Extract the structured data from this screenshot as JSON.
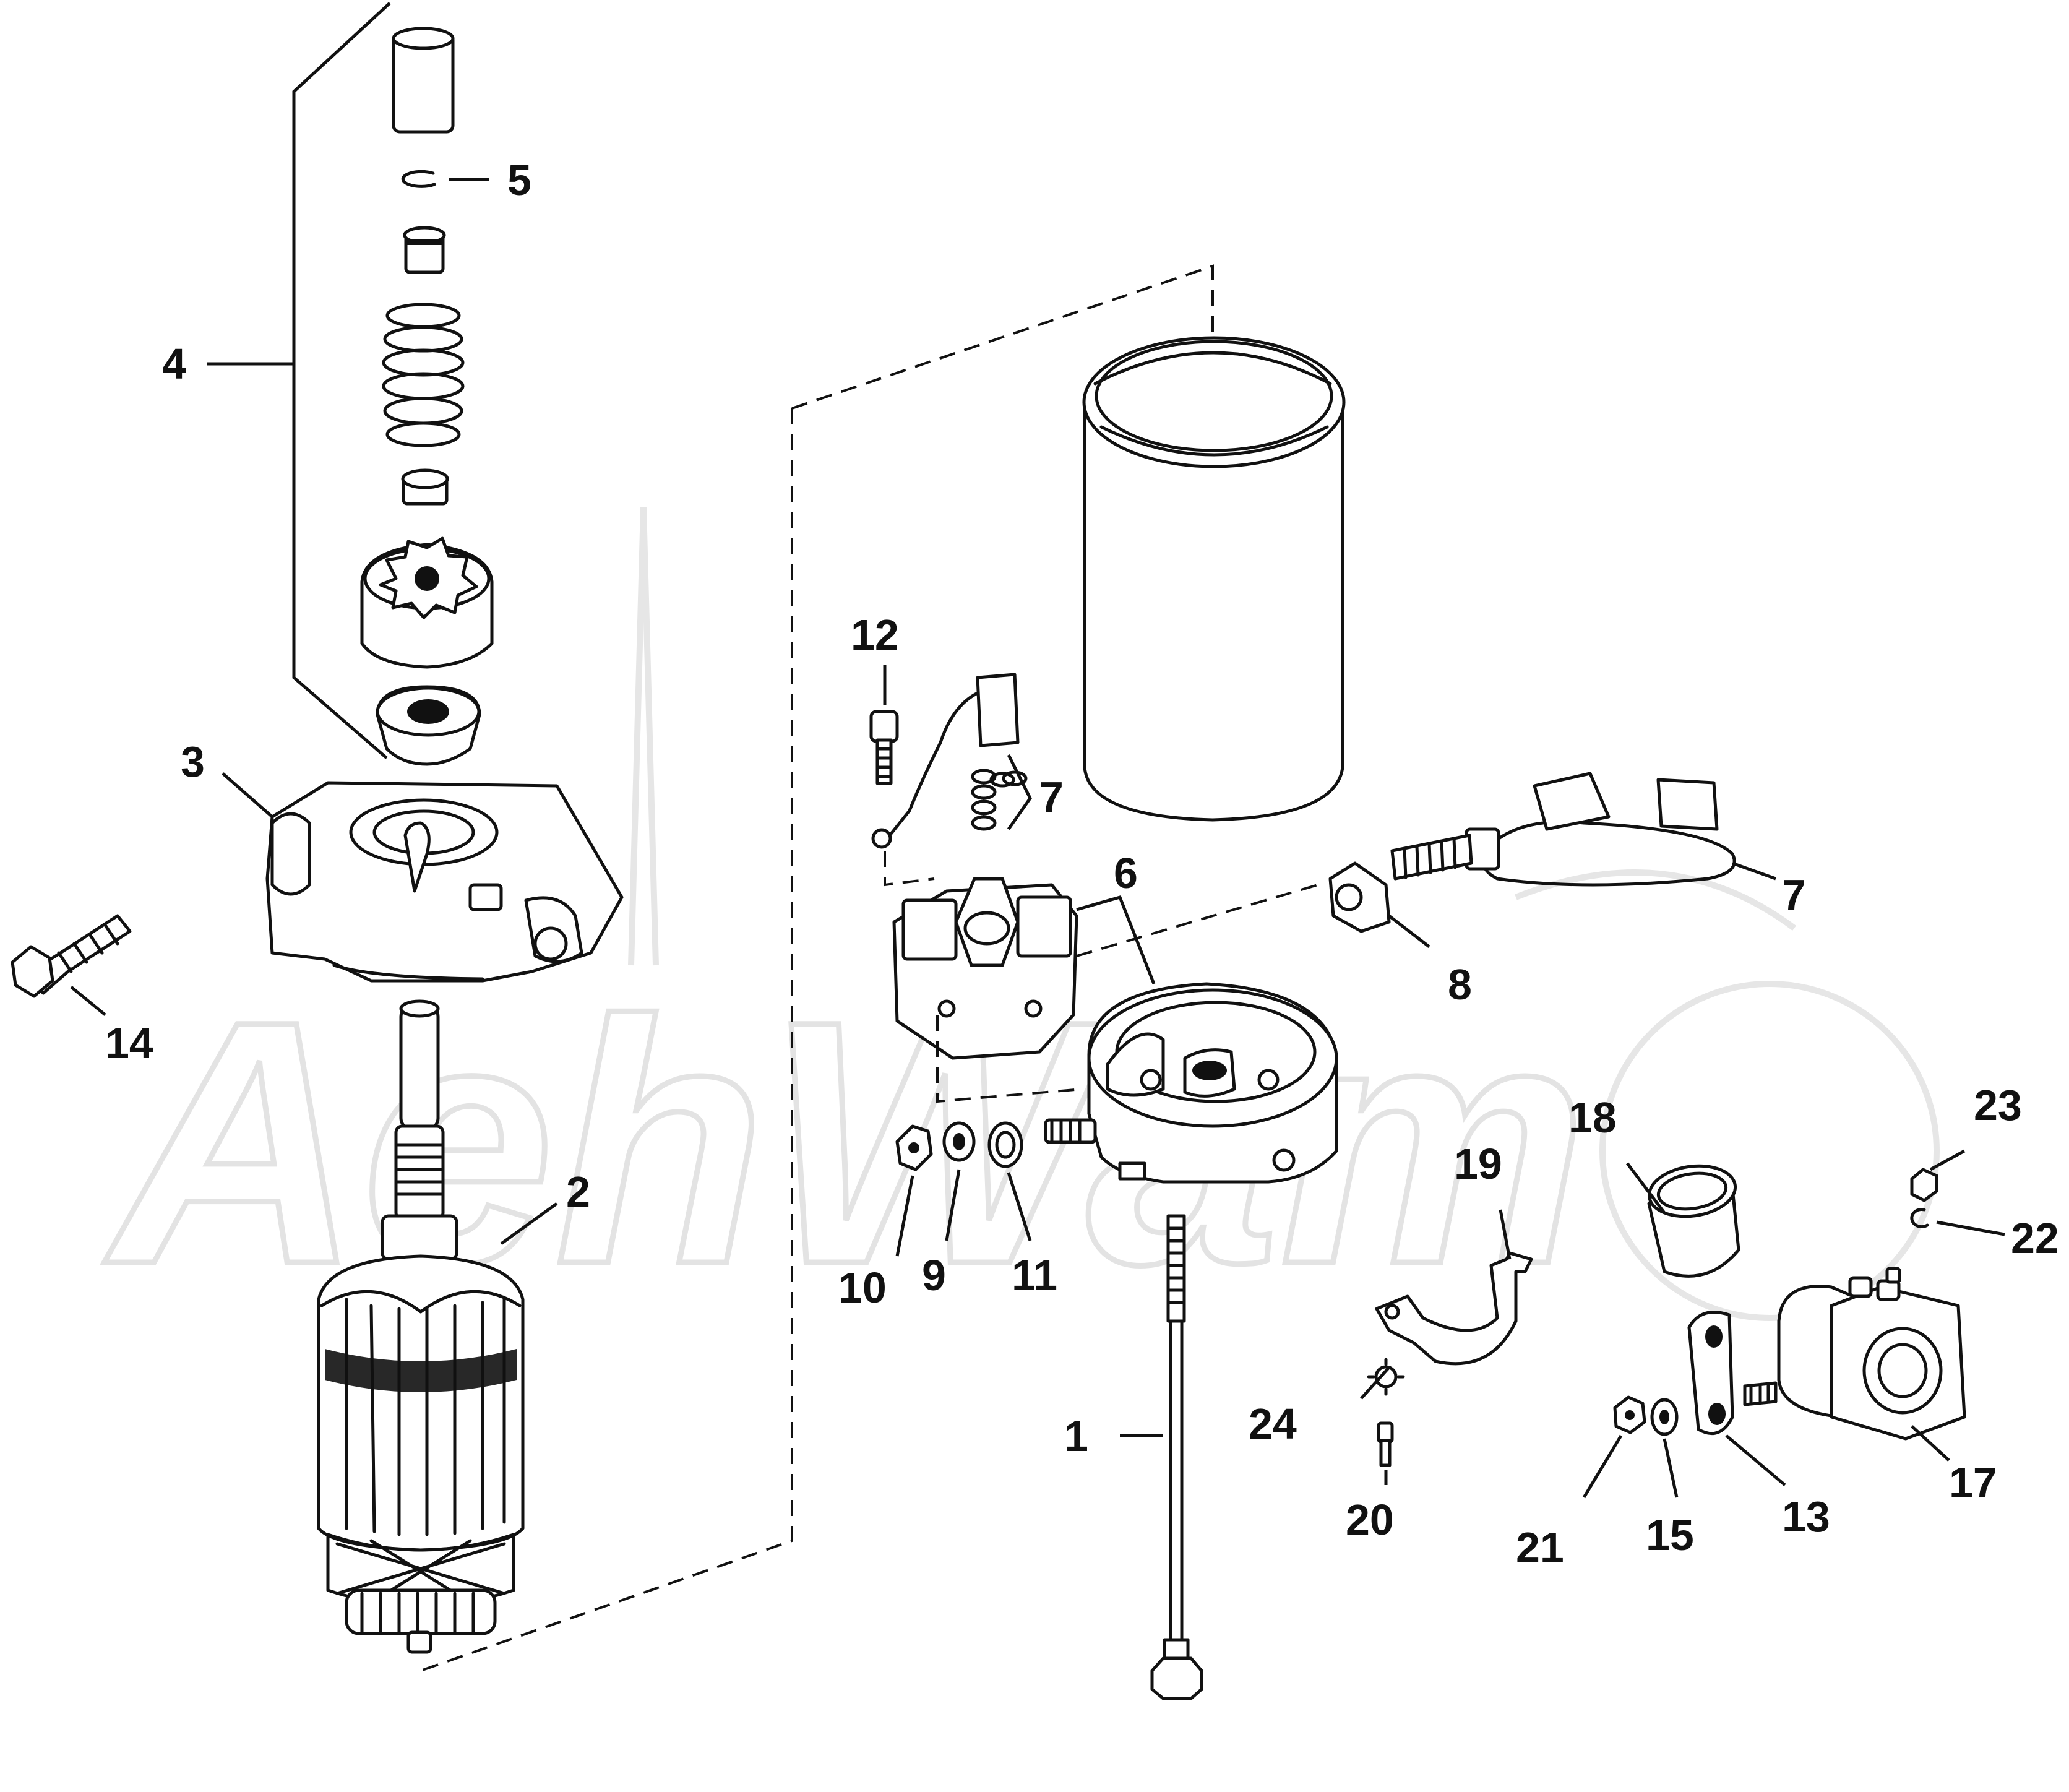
{
  "watermark": {
    "text": "AehWam"
  },
  "callouts": [
    {
      "id": "1",
      "label": "1"
    },
    {
      "id": "2",
      "label": "2"
    },
    {
      "id": "3",
      "label": "3"
    },
    {
      "id": "4",
      "label": "4"
    },
    {
      "id": "5",
      "label": "5"
    },
    {
      "id": "6",
      "label": "6"
    },
    {
      "id": "7a",
      "label": "7"
    },
    {
      "id": "7b",
      "label": "7"
    },
    {
      "id": "8",
      "label": "8"
    },
    {
      "id": "9",
      "label": "9"
    },
    {
      "id": "10",
      "label": "10"
    },
    {
      "id": "11",
      "label": "11"
    },
    {
      "id": "12",
      "label": "12"
    },
    {
      "id": "13",
      "label": "13"
    },
    {
      "id": "14",
      "label": "14"
    },
    {
      "id": "15",
      "label": "15"
    },
    {
      "id": "17",
      "label": "17"
    },
    {
      "id": "18",
      "label": "18"
    },
    {
      "id": "19",
      "label": "19"
    },
    {
      "id": "20",
      "label": "20"
    },
    {
      "id": "21",
      "label": "21"
    },
    {
      "id": "22",
      "label": "22"
    },
    {
      "id": "23",
      "label": "23"
    },
    {
      "id": "24",
      "label": "24"
    }
  ]
}
